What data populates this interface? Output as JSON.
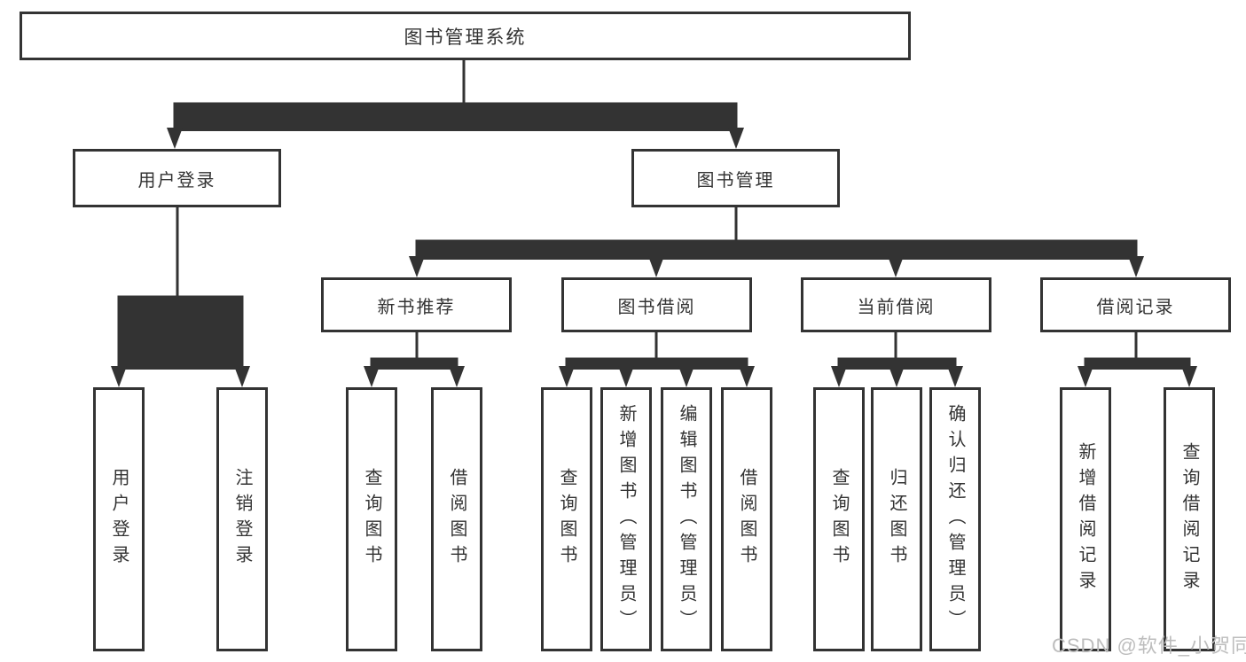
{
  "root": {
    "label": "图书管理系统"
  },
  "level1": {
    "user_login": {
      "label": "用户登录"
    },
    "book_mgmt": {
      "label": "图书管理"
    }
  },
  "level2": {
    "recommend": {
      "label": "新书推荐"
    },
    "borrow": {
      "label": "图书借阅"
    },
    "current": {
      "label": "当前借阅"
    },
    "records": {
      "label": "借阅记录"
    }
  },
  "leaves": {
    "user": [
      "用户登录",
      "注销登录"
    ],
    "recommend": [
      "查询图书",
      "借阅图书"
    ],
    "borrow": [
      "查询图书",
      "新增图书（管理员）",
      "编辑图书（管理员）",
      "借阅图书"
    ],
    "current": [
      "查询图书",
      "归还图书",
      "确认归还（管理员）"
    ],
    "records": [
      "新增借阅记录",
      "查询借阅记录"
    ]
  },
  "watermark": {
    "text": "CSDN @软件_小贺同学"
  },
  "colors": {
    "line": "#333333",
    "text": "#333333",
    "box_background": "#ffffff",
    "watermark": "#bdbdbd"
  }
}
